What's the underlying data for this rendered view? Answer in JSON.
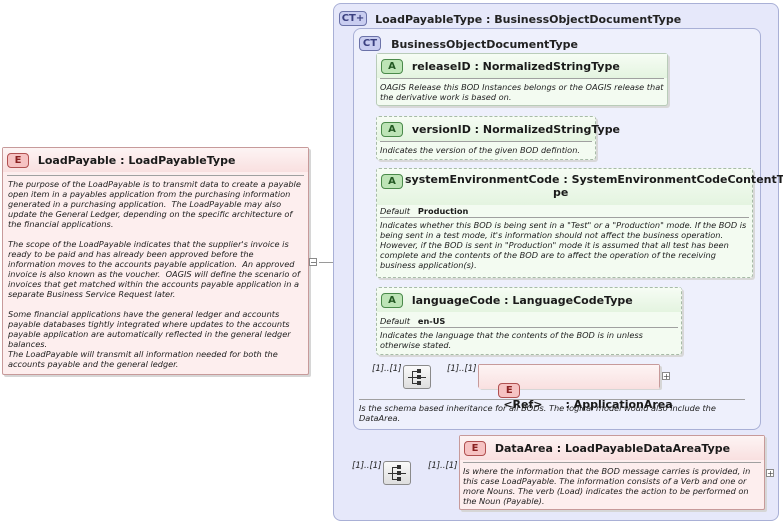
{
  "root_element": {
    "badge": "E",
    "title": "LoadPayable : LoadPayableType",
    "documentation": "The purpose of the LoadPayable is to transmit data to create a payable open item in a payables application from the purchasing information generated in a purchasing application.  The LoadPayable may also update the General Ledger, depending on the specific architecture of the financial applications.\n\nThe scope of the LoadPayable indicates that the supplier's invoice is ready to be paid and has already been approved before the information moves to the accounts payable application.  An approved invoice is also known as the voucher.  OAGIS will define the scenario of invoices that get matched within the accounts payable application in a separate Business Service Request later.\n\nSome financial applications have the general ledger and accounts payable databases tightly integrated where updates to the accounts payable application are automatically reflected in the general ledger balances.\nThe LoadPayable will transmit all information needed for both the accounts payable and the general ledger.",
    "collapse_symbol": "−"
  },
  "outer_type": {
    "badge": "CT+",
    "title": "LoadPayableType : BusinessObjectDocumentType"
  },
  "inner_type": {
    "badge": "CT",
    "title": "BusinessObjectDocumentType",
    "documentation": "Is the schema based inheritance for all BODs. The logical model would also include the DataArea."
  },
  "attributes": [
    {
      "badge": "A",
      "title": "releaseID : NormalizedStringType",
      "documentation": "OAGIS Release this BOD Instances belongs or the OAGIS release that the derivative work is based on."
    },
    {
      "badge": "A",
      "title": "versionID : NormalizedStringType",
      "documentation": "Indicates the version of the given BOD defintion."
    },
    {
      "badge": "A",
      "title_line1": "systemEnvironmentCode : SystemEnvironmentCodeContentTy",
      "title_line2": "pe",
      "default_label": "Default",
      "default_value": "Production",
      "documentation": "Indicates whether this BOD is being sent in a \"Test\" or a \"Production\" mode. If the BOD is being sent in a test mode, it's information should not affect the business operation. However, if the BOD is sent in \"Production\" mode it is assumed that all test has been complete and the contents of the BOD are to affect the operation of the receiving business application(s)."
    },
    {
      "badge": "A",
      "title": "languageCode : LanguageCodeType",
      "default_label": "Default",
      "default_value": "en-US",
      "documentation": "Indicates the language that the contents of the BOD is in unless otherwise stated."
    }
  ],
  "application_area": {
    "seq_cardinality": "[1]..[1]",
    "ref_cardinality": "[1]..[1]",
    "badge": "E",
    "title": "<Ref>      : ApplicationArea",
    "expand_symbol": "+"
  },
  "data_area": {
    "seq_cardinality": "[1]..[1]",
    "elem_cardinality": "[1]..[1]",
    "badge": "E",
    "title": "DataArea : LoadPayableDataAreaType",
    "documentation": "Is where the information that the BOD message carries is provided, in this case LoadPayable. The information consists of a Verb and one or more Nouns. The verb (Load) indicates the action to be performed on the Noun (Payable).",
    "expand_symbol": "+"
  }
}
